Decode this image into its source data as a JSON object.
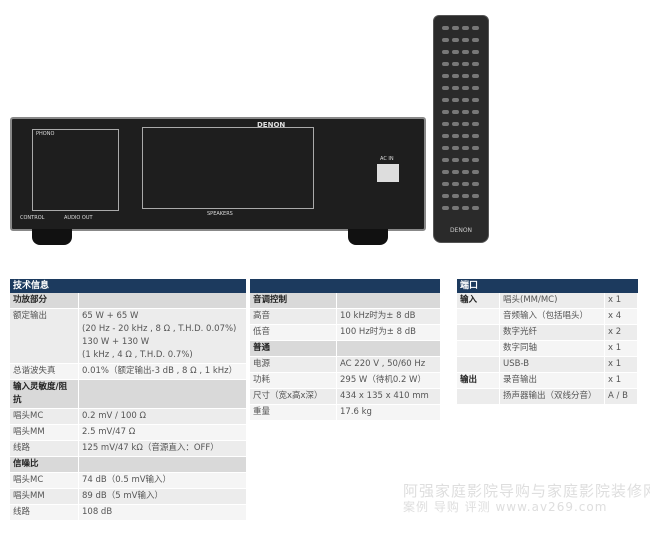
{
  "product_image": {
    "brand_amp": "DENON",
    "brand_remote": "DENON",
    "amp_labels": [
      "SPEAKERS",
      "AC IN",
      "PHONO",
      "CONTROL",
      "AUDIO OUT"
    ]
  },
  "specs": {
    "title": "技术信息",
    "rows": [
      {
        "label": "功放部分",
        "value": "",
        "group": true
      },
      {
        "label": "额定输出",
        "value": "65 W + 65 W\n(20 Hz - 20 kHz , 8 Ω , T.H.D. 0.07%)\n130 W + 130 W\n(1 kHz , 4 Ω , T.H.D. 0.7%)"
      },
      {
        "label": "总谐波失真",
        "value": "0.01%（额定输出-3 dB , 8 Ω , 1 kHz）"
      },
      {
        "label": "输入灵敏度/阻抗",
        "value": "",
        "group": true
      },
      {
        "label": "唱头MC",
        "value": "0.2 mV / 100 Ω"
      },
      {
        "label": "唱头MM",
        "value": "2.5 mV/47 Ω"
      },
      {
        "label": "线路",
        "value": "125 mV/47 kΩ（音源直入：OFF）"
      },
      {
        "label": "信噪比",
        "value": "",
        "group": true
      },
      {
        "label": "唱头MC",
        "value": "74 dB（0.5 mV输入）"
      },
      {
        "label": "唱头MM",
        "value": "89 dB（5 mV输入）"
      },
      {
        "label": "线路",
        "value": "108 dB"
      }
    ]
  },
  "specs2": {
    "rows": [
      {
        "label": "音调控制",
        "value": "",
        "group": true
      },
      {
        "label": "高音",
        "value": "10 kHz时为± 8 dB"
      },
      {
        "label": "低音",
        "value": "100 Hz时为± 8 dB"
      },
      {
        "label": "普通",
        "value": "",
        "group": true
      },
      {
        "label": "电源",
        "value": "AC 220 V , 50/60 Hz"
      },
      {
        "label": "功耗",
        "value": "295 W（待机0.2 W）"
      },
      {
        "label": "尺寸（宽x高x深）",
        "value": "434 x 135 x 410 mm"
      },
      {
        "label": "重量",
        "value": "17.6 kg"
      }
    ]
  },
  "ports": {
    "title": "端口",
    "rows": [
      {
        "group": "输入",
        "name": "唱头(MM/MC)",
        "count": "x 1"
      },
      {
        "group": "",
        "name": "音频输入（包括唱头）",
        "count": "x 4"
      },
      {
        "group": "",
        "name": "数字光纤",
        "count": "x 2"
      },
      {
        "group": "",
        "name": "数字同轴",
        "count": "x 1"
      },
      {
        "group": "",
        "name": "USB-B",
        "count": "x 1"
      },
      {
        "group": "输出",
        "name": "录音输出",
        "count": "x 1"
      },
      {
        "group": "",
        "name": "扬声器输出（双线分音）",
        "count": "A / B"
      }
    ]
  },
  "watermark": {
    "line1": "阿强家庭影院导购与家庭影院装修网",
    "line2": "案例  导购  评测   www.av269.com"
  }
}
